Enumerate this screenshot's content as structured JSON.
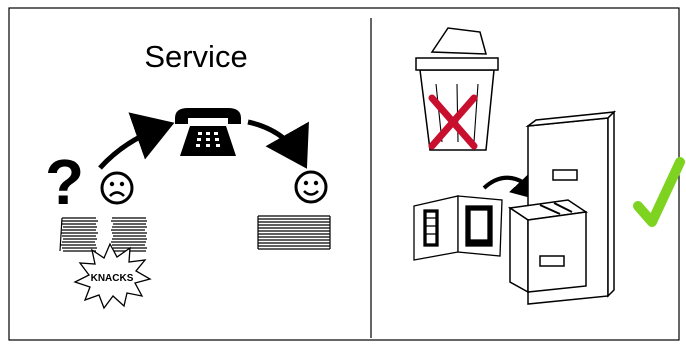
{
  "left_panel": {
    "title": "Service",
    "question_mark": "?",
    "knacks_label": "KNACKS"
  },
  "right_panel": {
    "trash_can": "rejected",
    "filing_cabinet": "accepted"
  },
  "colors": {
    "border": "#000000",
    "cross": "#c8102e",
    "checkmark": "#7ed321"
  },
  "icons": [
    "sad-face-icon",
    "telephone-icon",
    "happy-face-icon",
    "paper-stack-icon",
    "burst-icon",
    "trash-can-icon",
    "cross-icon",
    "book-icon",
    "filing-cabinet-icon",
    "checkmark-icon",
    "arrow-icon"
  ]
}
